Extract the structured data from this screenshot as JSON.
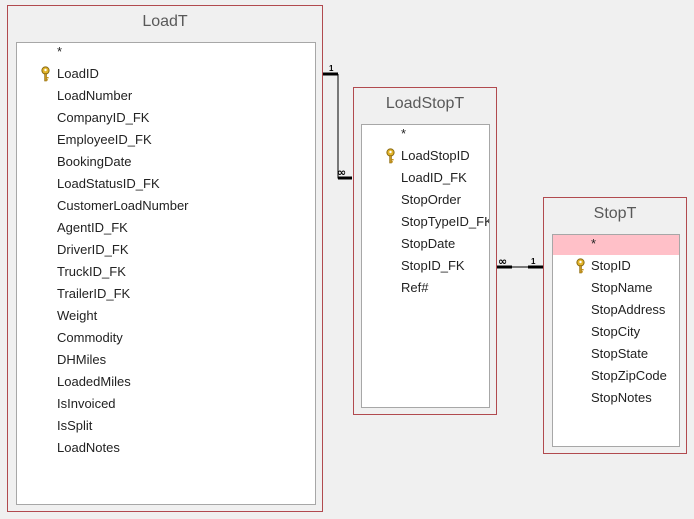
{
  "tables": {
    "loadt": {
      "title": "LoadT",
      "fields": [
        "*",
        "LoadID",
        "LoadNumber",
        "CompanyID_FK",
        "EmployeeID_FK",
        "BookingDate",
        "LoadStatusID_FK",
        "CustomerLoadNumber",
        "AgentID_FK",
        "DriverID_FK",
        "TruckID_FK",
        "TrailerID_FK",
        "Weight",
        "Commodity",
        "DHMiles",
        "LoadedMiles",
        "IsInvoiced",
        "IsSplit",
        "LoadNotes"
      ],
      "primary_key": "LoadID"
    },
    "loadstopt": {
      "title": "LoadStopT",
      "fields": [
        "*",
        "LoadStopID",
        "LoadID_FK",
        "StopOrder",
        "StopTypeID_FK",
        "StopDate",
        "StopID_FK",
        "Ref#"
      ],
      "primary_key": "LoadStopID"
    },
    "stopt": {
      "title": "StopT",
      "fields": [
        "*",
        "StopID",
        "StopName",
        "StopAddress",
        "StopCity",
        "StopState",
        "StopZipCode",
        "StopNotes"
      ],
      "primary_key": "StopID",
      "selected_row": "*"
    }
  },
  "relationships": {
    "loadt_loadstopt": {
      "one": "1",
      "many": "∞"
    },
    "stopt_loadstopt": {
      "one": "1",
      "many": "∞"
    }
  },
  "colors": {
    "table_border": "#b14a4f",
    "selected_row": "#ffc0c8",
    "key_icon": "#d4a017"
  }
}
